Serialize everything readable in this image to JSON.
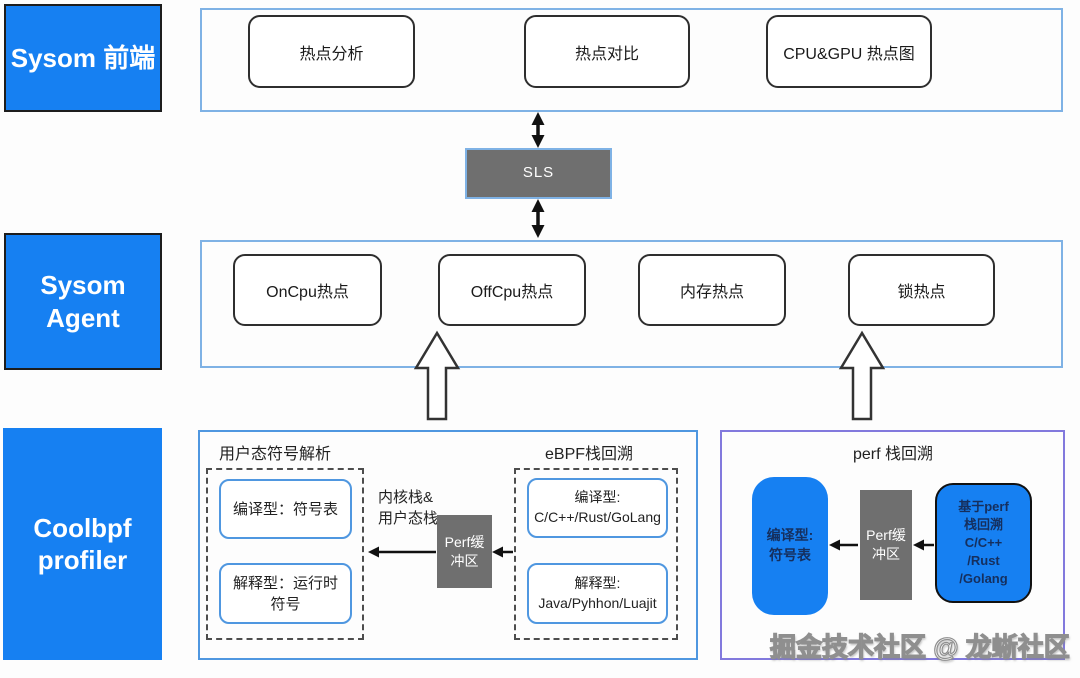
{
  "diagram": {
    "frontend": {
      "label": "Sysom 前端",
      "items": [
        "热点分析",
        "热点对比",
        "CPU&GPU 热点图"
      ]
    },
    "sls": {
      "label": "SLS"
    },
    "agent": {
      "label": "Sysom Agent",
      "items": [
        "OnCpu热点",
        "OffCpu热点",
        "内存热点",
        "锁热点"
      ]
    },
    "coolbpf": {
      "label_lines": [
        "Coolbpf",
        "profiler"
      ],
      "user_symbol": {
        "title": "用户态符号解析",
        "compiled_lines": [
          "编译型：符号表"
        ],
        "interpreted_lines": [
          "解释型：运行时",
          "符号"
        ]
      },
      "stack_note_lines": [
        "内核栈&",
        "用户态栈"
      ],
      "perf_buffer_lines": [
        "Perf缓",
        "冲区"
      ],
      "ebpf": {
        "title": "eBPF栈回溯",
        "compiled_lines": [
          "编译型:",
          "C/C++/Rust/GoLang"
        ],
        "interpreted_lines": [
          "解释型:",
          "Java/Pyhhon/Luajit"
        ]
      },
      "perf": {
        "title": "perf 栈回溯",
        "symbol_lines": [
          "编译型:",
          "符号表"
        ],
        "buffer_lines": [
          "Perf缓",
          "冲区"
        ],
        "source_lines": [
          "基于perf",
          "栈回溯",
          "C/C++",
          "/Rust",
          "/Golang"
        ]
      }
    },
    "watermark": "掘金技术社区 @ 龙蜥社区",
    "colors": {
      "blue": "#1680f2",
      "gray": "#6f6f6f",
      "light_blue_border": "#7fb2e5",
      "blue_border": "#4f97e0",
      "purple_border": "#8279dd"
    }
  }
}
